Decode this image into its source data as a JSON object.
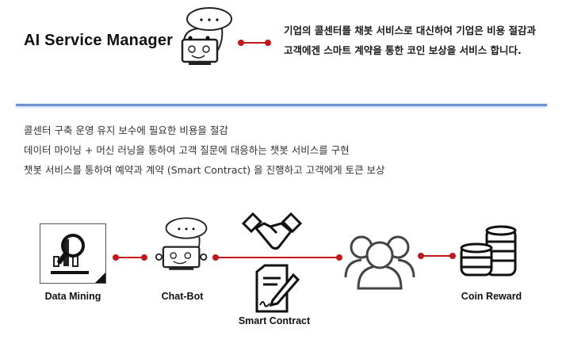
{
  "header": {
    "title": "AI Service Manager",
    "description": "기업의 콜센터를 채봇 서비스로 대신하여 기업은 비용 절감과 고객에겐 스마트 계약을 통한 코인 보상을 서비스 합니다."
  },
  "bullets": [
    "콜센터 구축 운영 유지 보수에 필요한 비용을 절감",
    "데이터 마이닝 + 머신 러닝을 통하여 고객 질문에 대응하는 챗봇 서비스를 구현",
    "챗봇 서비스를 통하여 예약과 계약 (Smart Contract) 을 진행하고 고객에게 토큰 보상"
  ],
  "flow": {
    "data_mining": "Data Mining",
    "chat_bot": "Chat-Bot",
    "smart_contract": "Smart Contract",
    "coin_reward": "Coin Reward"
  },
  "colors": {
    "connector": "#c0181b",
    "rule": "#6d94cf"
  }
}
